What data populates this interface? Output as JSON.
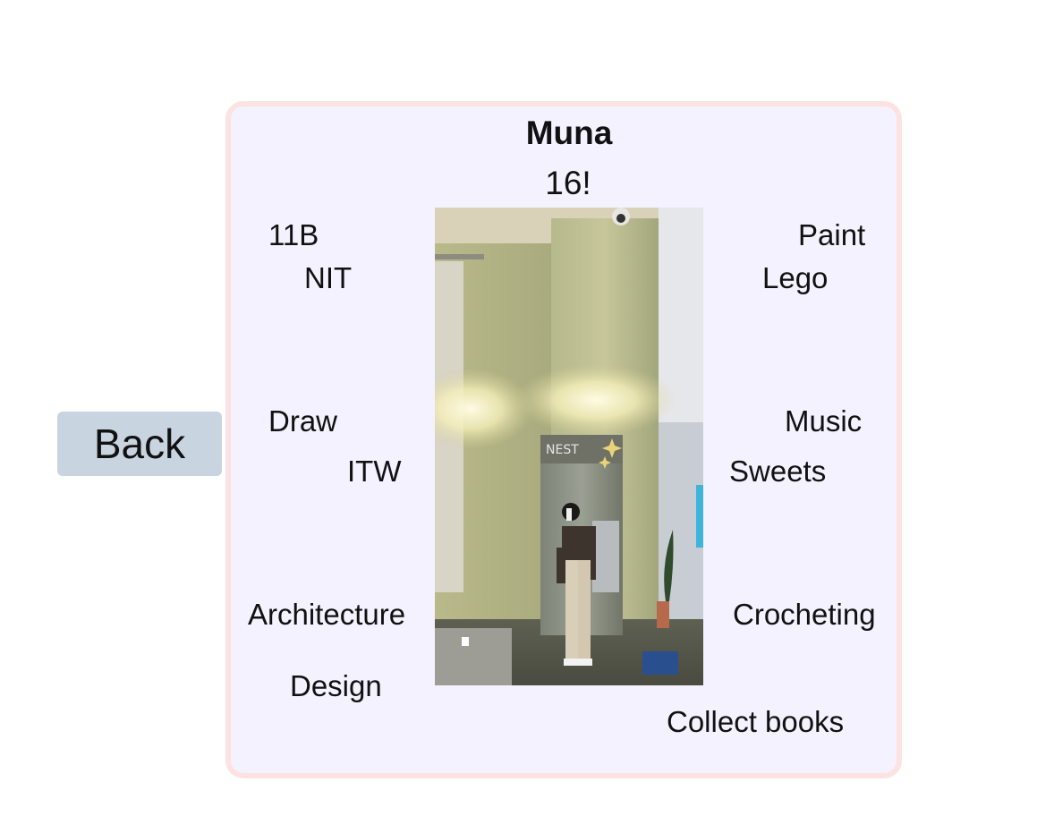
{
  "back_label": "Back",
  "profile": {
    "name": "Muna",
    "age": "16!",
    "left_labels": [
      "11B",
      "NIT",
      "Draw",
      "ITW",
      "Architecture",
      "Design"
    ],
    "right_labels": [
      "Paint",
      "Lego",
      "Music",
      "Sweets",
      "Crocheting",
      "Collect books"
    ],
    "photo_sign_text": "NEST"
  },
  "colors": {
    "back_button": "#c9d4e1",
    "card_border": "#fde2e2",
    "card_background": "#f4f2fe"
  }
}
